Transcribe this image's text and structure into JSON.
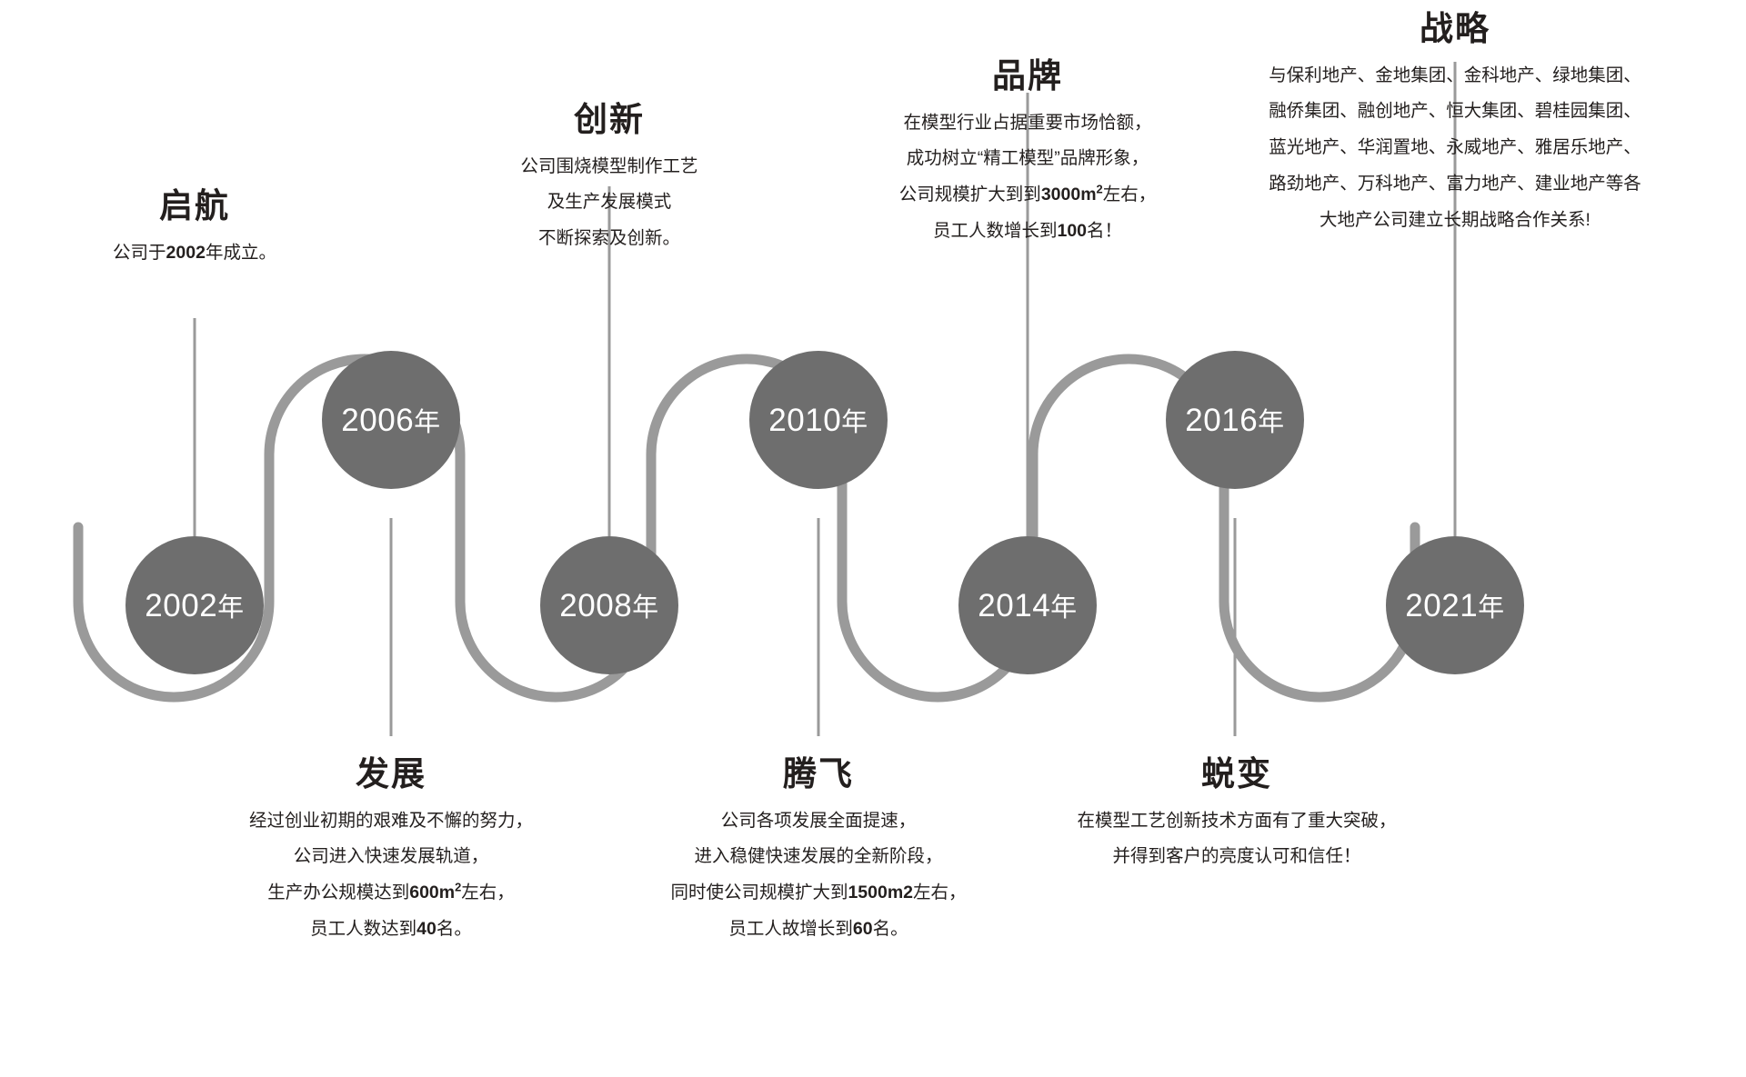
{
  "theme": {
    "circle_fill": "#6e6e6e",
    "track_stroke": "#9a9a9a",
    "connector_stroke": "#9a9a9a",
    "text_color": "#231f1e",
    "background": "#ffffff"
  },
  "milestones": [
    {
      "id": "2002",
      "year_number": "2002",
      "year_suffix": "年",
      "position": "below",
      "title": "启航",
      "lines": [
        "公司于<b>2002</b>年成立。"
      ]
    },
    {
      "id": "2006",
      "year_number": "2006",
      "year_suffix": "年",
      "position": "above",
      "title": "发展",
      "lines": [
        "经过创业初期的艰难及不懈的努力，",
        "公司进入快速发展轨道，",
        "生产办公规模达到<b>600m<sup>2</sup></b>左右，",
        "员工人数达到<b>40</b>名。"
      ]
    },
    {
      "id": "2008",
      "year_number": "2008",
      "year_suffix": "年",
      "position": "below",
      "title": "创新",
      "lines": [
        "公司围烧模型制作工艺",
        "及生产发展模式",
        "不断探索及创新。"
      ]
    },
    {
      "id": "2010",
      "year_number": "2010",
      "year_suffix": "年",
      "position": "above",
      "title": "腾飞",
      "lines": [
        "公司各项发展全面提速，",
        "进入稳健快速发展的全新阶段，",
        "同时使公司规模扩大到<b>1500m2</b>左右，",
        "员工人故增长到<b>60</b>名。"
      ]
    },
    {
      "id": "2014",
      "year_number": "2014",
      "year_suffix": "年",
      "position": "below",
      "title": "品牌",
      "lines": [
        "在模型行业占据重要市场恰额，",
        "成功树立“精工模型”品牌形象，",
        "公司规模扩大到到<b>3000m<sup>2</sup></b>左右，",
        "员工人数增长到<b>100</b>名！"
      ]
    },
    {
      "id": "2016",
      "year_number": "2016",
      "year_suffix": "年",
      "position": "above",
      "title": "蜕变",
      "lines": [
        "在模型工艺创新技术方面有了重大突破，",
        "并得到客户的亮度认可和信任！"
      ]
    },
    {
      "id": "2021",
      "year_number": "2021",
      "year_suffix": "年",
      "position": "below",
      "title": "战略",
      "lines": [
        "与保利地产、金地集团、金科地产、绿地集团、",
        "融侨集团、融创地产、恒大集团、碧桂园集团、",
        "蓝光地产、华润置地、永威地产、雅居乐地产、",
        "路劲地产、万科地产、富力地产、建业地产等各",
        "大地产公司建立长期战略合作关系!"
      ]
    }
  ]
}
